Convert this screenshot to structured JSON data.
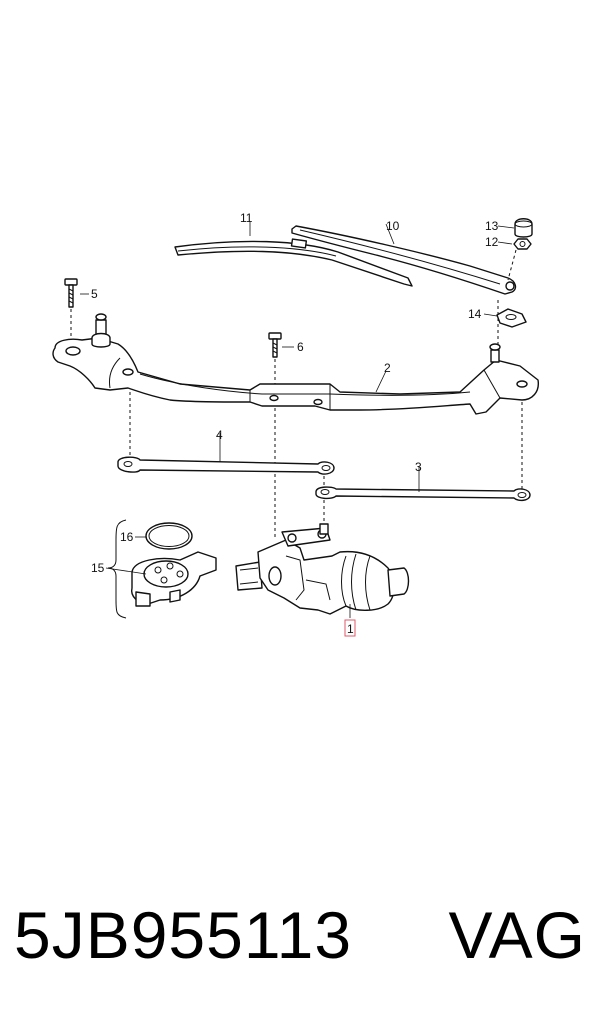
{
  "callouts": {
    "c1": "1",
    "c2": "2",
    "c3": "3",
    "c4": "4",
    "c5": "5",
    "c6": "6",
    "c10": "10",
    "c11": "11",
    "c12": "12",
    "c13": "13",
    "c14": "14",
    "c15": "15",
    "c16": "16"
  },
  "footer": {
    "part_number": "5JB955113",
    "brand": "VAG"
  },
  "colors": {
    "line": "#111111",
    "highlight": "#e05a6a"
  }
}
